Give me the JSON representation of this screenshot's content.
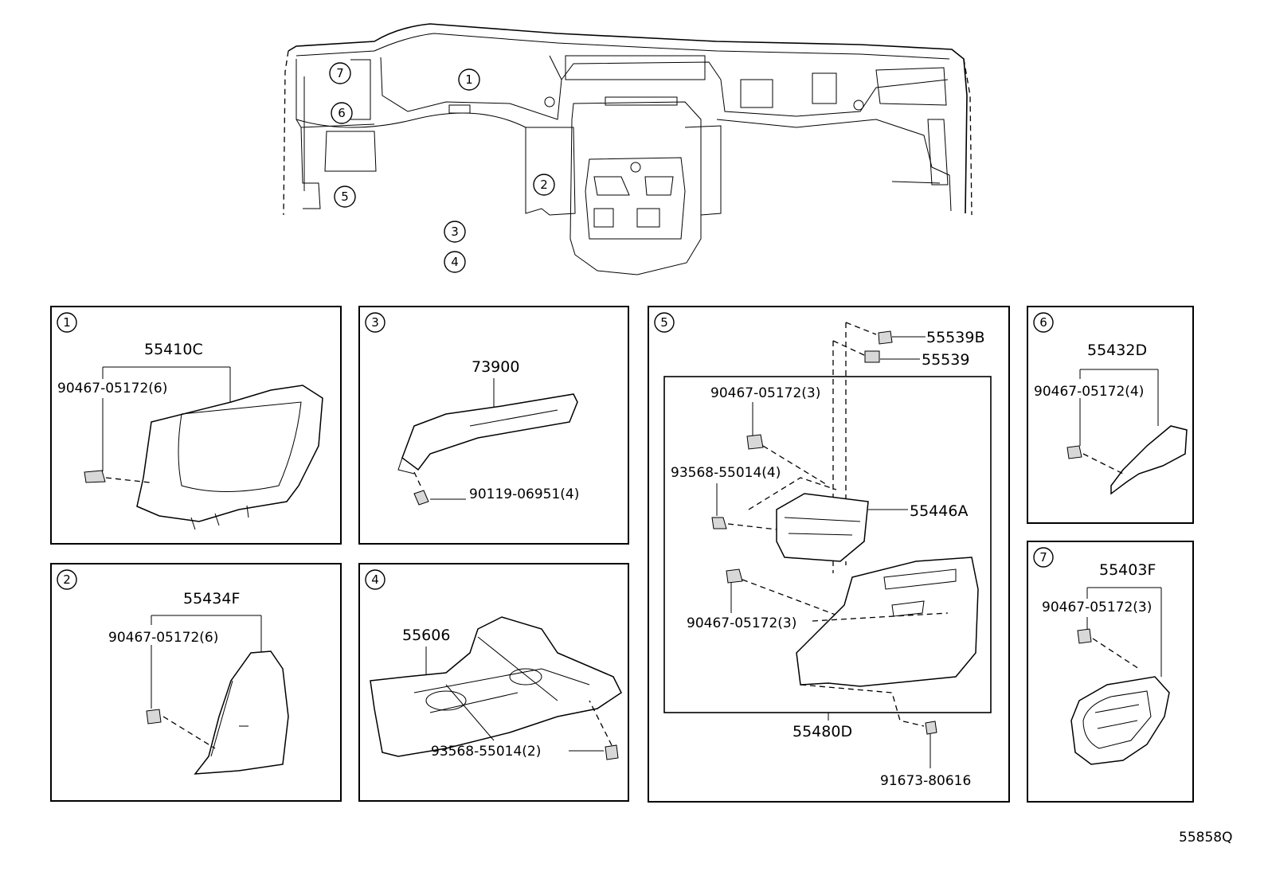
{
  "diagram_id": "55858Q",
  "overview": {
    "callouts": [
      "7",
      "1",
      "6",
      "2",
      "5",
      "3",
      "4"
    ]
  },
  "panels": [
    {
      "index": "1",
      "part_number": "55410C",
      "fasteners": [
        "90467-05172(6)"
      ]
    },
    {
      "index": "3",
      "part_number": "73900",
      "fasteners": [
        "90119-06951(4)"
      ]
    },
    {
      "index": "5",
      "part_number": "55480D",
      "sub_parts": [
        "55539B",
        "55539",
        "55446A"
      ],
      "fasteners": [
        "90467-05172(3)",
        "93568-55014(4)",
        "90467-05172(3)",
        "91673-80616"
      ]
    },
    {
      "index": "6",
      "part_number": "55432D",
      "fasteners": [
        "90467-05172(4)"
      ]
    },
    {
      "index": "2",
      "part_number": "55434F",
      "fasteners": [
        "90467-05172(6)"
      ]
    },
    {
      "index": "4",
      "part_number": "55606",
      "fasteners": [
        "93568-55014(2)"
      ]
    },
    {
      "index": "7",
      "part_number": "55403F",
      "fasteners": [
        "90467-05172(3)"
      ]
    }
  ]
}
